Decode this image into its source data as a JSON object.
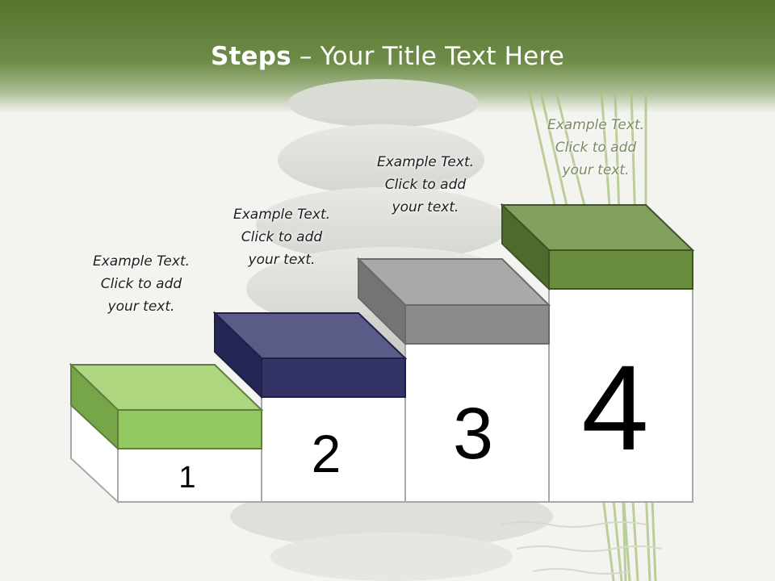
{
  "slide": {
    "title_bold": "Steps",
    "title_rest": " – Your Title Text Here"
  },
  "steps": [
    {
      "number": "1",
      "caption": [
        "Example Text.",
        "Click  to add",
        "your text."
      ],
      "color": "#93c861"
    },
    {
      "number": "2",
      "caption": [
        "Example Text.",
        "Click  to add",
        "your text."
      ],
      "color": "#333366"
    },
    {
      "number": "3",
      "caption": [
        "Example Text.",
        "Click  to add",
        "your text."
      ],
      "color": "#8c8c8c"
    },
    {
      "number": "4",
      "caption": [
        "Example Text.",
        "Click  to add",
        "your text."
      ],
      "color": "#6a8c3d"
    }
  ]
}
